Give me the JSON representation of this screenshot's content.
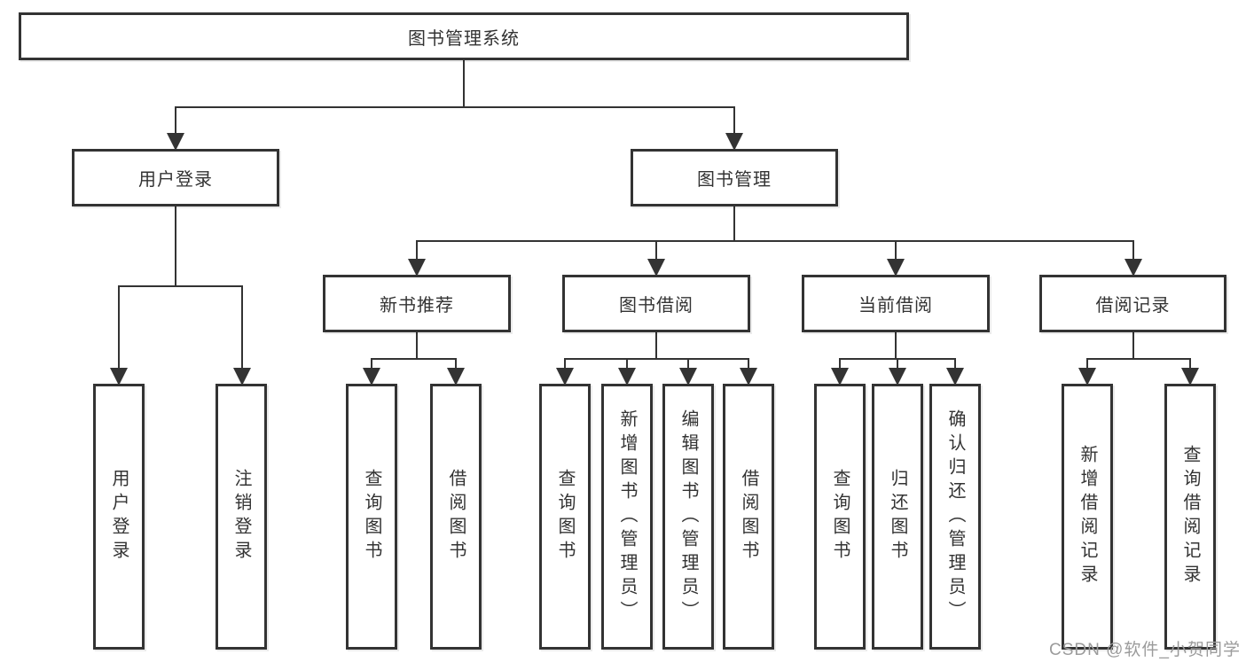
{
  "diagram": {
    "title": "图书管理系统",
    "level2": [
      "用户登录",
      "图书管理"
    ],
    "level3": [
      "新书推荐",
      "图书借阅",
      "当前借阅",
      "借阅记录"
    ],
    "leaves": {
      "user_login": [
        "用户登录",
        "注销登录"
      ],
      "new_book": [
        "查询图书",
        "借阅图书"
      ],
      "book_borrow": [
        "查询图书",
        "新增图书（管理员）",
        "编辑图书（管理员）",
        "借阅图书"
      ],
      "current_borrow": [
        "查询图书",
        "归还图书",
        "确认归还（管理员）"
      ],
      "borrow_records": [
        "新增借阅记录",
        "查询借阅记录"
      ]
    },
    "colors": {
      "line": "#333333",
      "text": "#333333",
      "background": "#ffffff",
      "watermark": "#9b9b9b"
    },
    "watermark": "CSDN @软件_小贺同学"
  }
}
